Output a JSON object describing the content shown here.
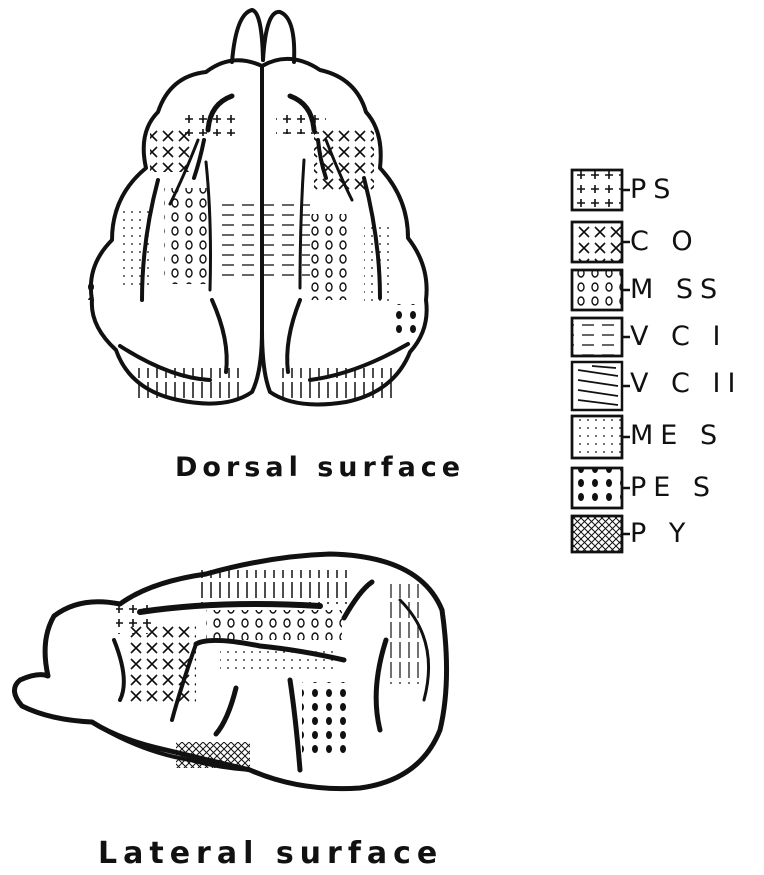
{
  "figure": {
    "dorsal_caption": "Dorsal surface",
    "lateral_caption": "Lateral surface"
  },
  "legend": {
    "items": [
      {
        "code": "PS",
        "label": "PS",
        "pattern": "plus-pattern"
      },
      {
        "code": "CO",
        "label": "C O",
        "pattern": "cross-pattern"
      },
      {
        "code": "MSS",
        "label": "M SS",
        "pattern": "small-circles-pattern"
      },
      {
        "code": "VCI",
        "label": "V C I",
        "pattern": "dashes-pattern"
      },
      {
        "code": "VCII",
        "label": "V C II",
        "pattern": "hatching-pattern"
      },
      {
        "code": "MES",
        "label": "ME S",
        "pattern": "dots-pattern"
      },
      {
        "code": "PES",
        "label": "PE S",
        "pattern": "filled-ovals-pattern"
      },
      {
        "code": "PY",
        "label": "P Y",
        "pattern": "crosshatch-pattern"
      }
    ]
  },
  "colors": {
    "ink": "#111111",
    "paper": "#ffffff"
  }
}
